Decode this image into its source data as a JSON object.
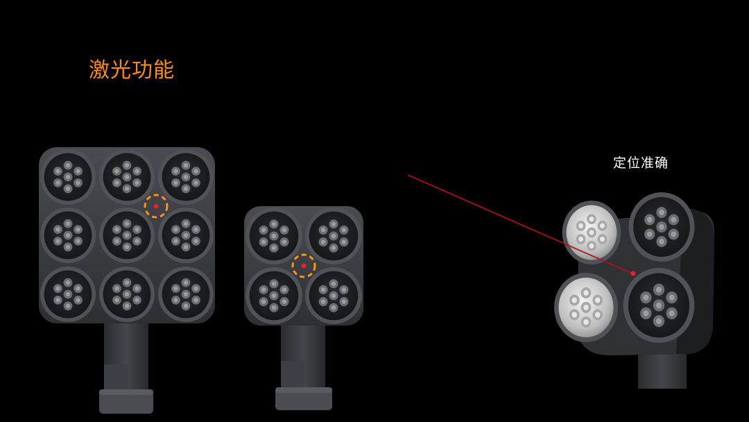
{
  "slide": {
    "title": "激光功能",
    "caption": "定位准确"
  },
  "colors": {
    "background": "#000000",
    "title": "#ff8c1a",
    "caption": "#ffffff",
    "laser_beam": "#b0121c",
    "laser_dot": "#e5232b",
    "target_ring": "#f7931e",
    "housing": "#3a3c40",
    "lens_dark": "#1e1f22",
    "lens_lit": "#d9d9d9"
  },
  "lamps": [
    {
      "name": "lamp-3x3",
      "grid": "3x3",
      "marker": "laser-target-marker"
    },
    {
      "name": "lamp-2x2",
      "grid": "2x2",
      "marker": "laser-target-marker"
    },
    {
      "name": "lamp-2x2-angled",
      "grid": "2x2",
      "marker": "laser-beam"
    }
  ]
}
